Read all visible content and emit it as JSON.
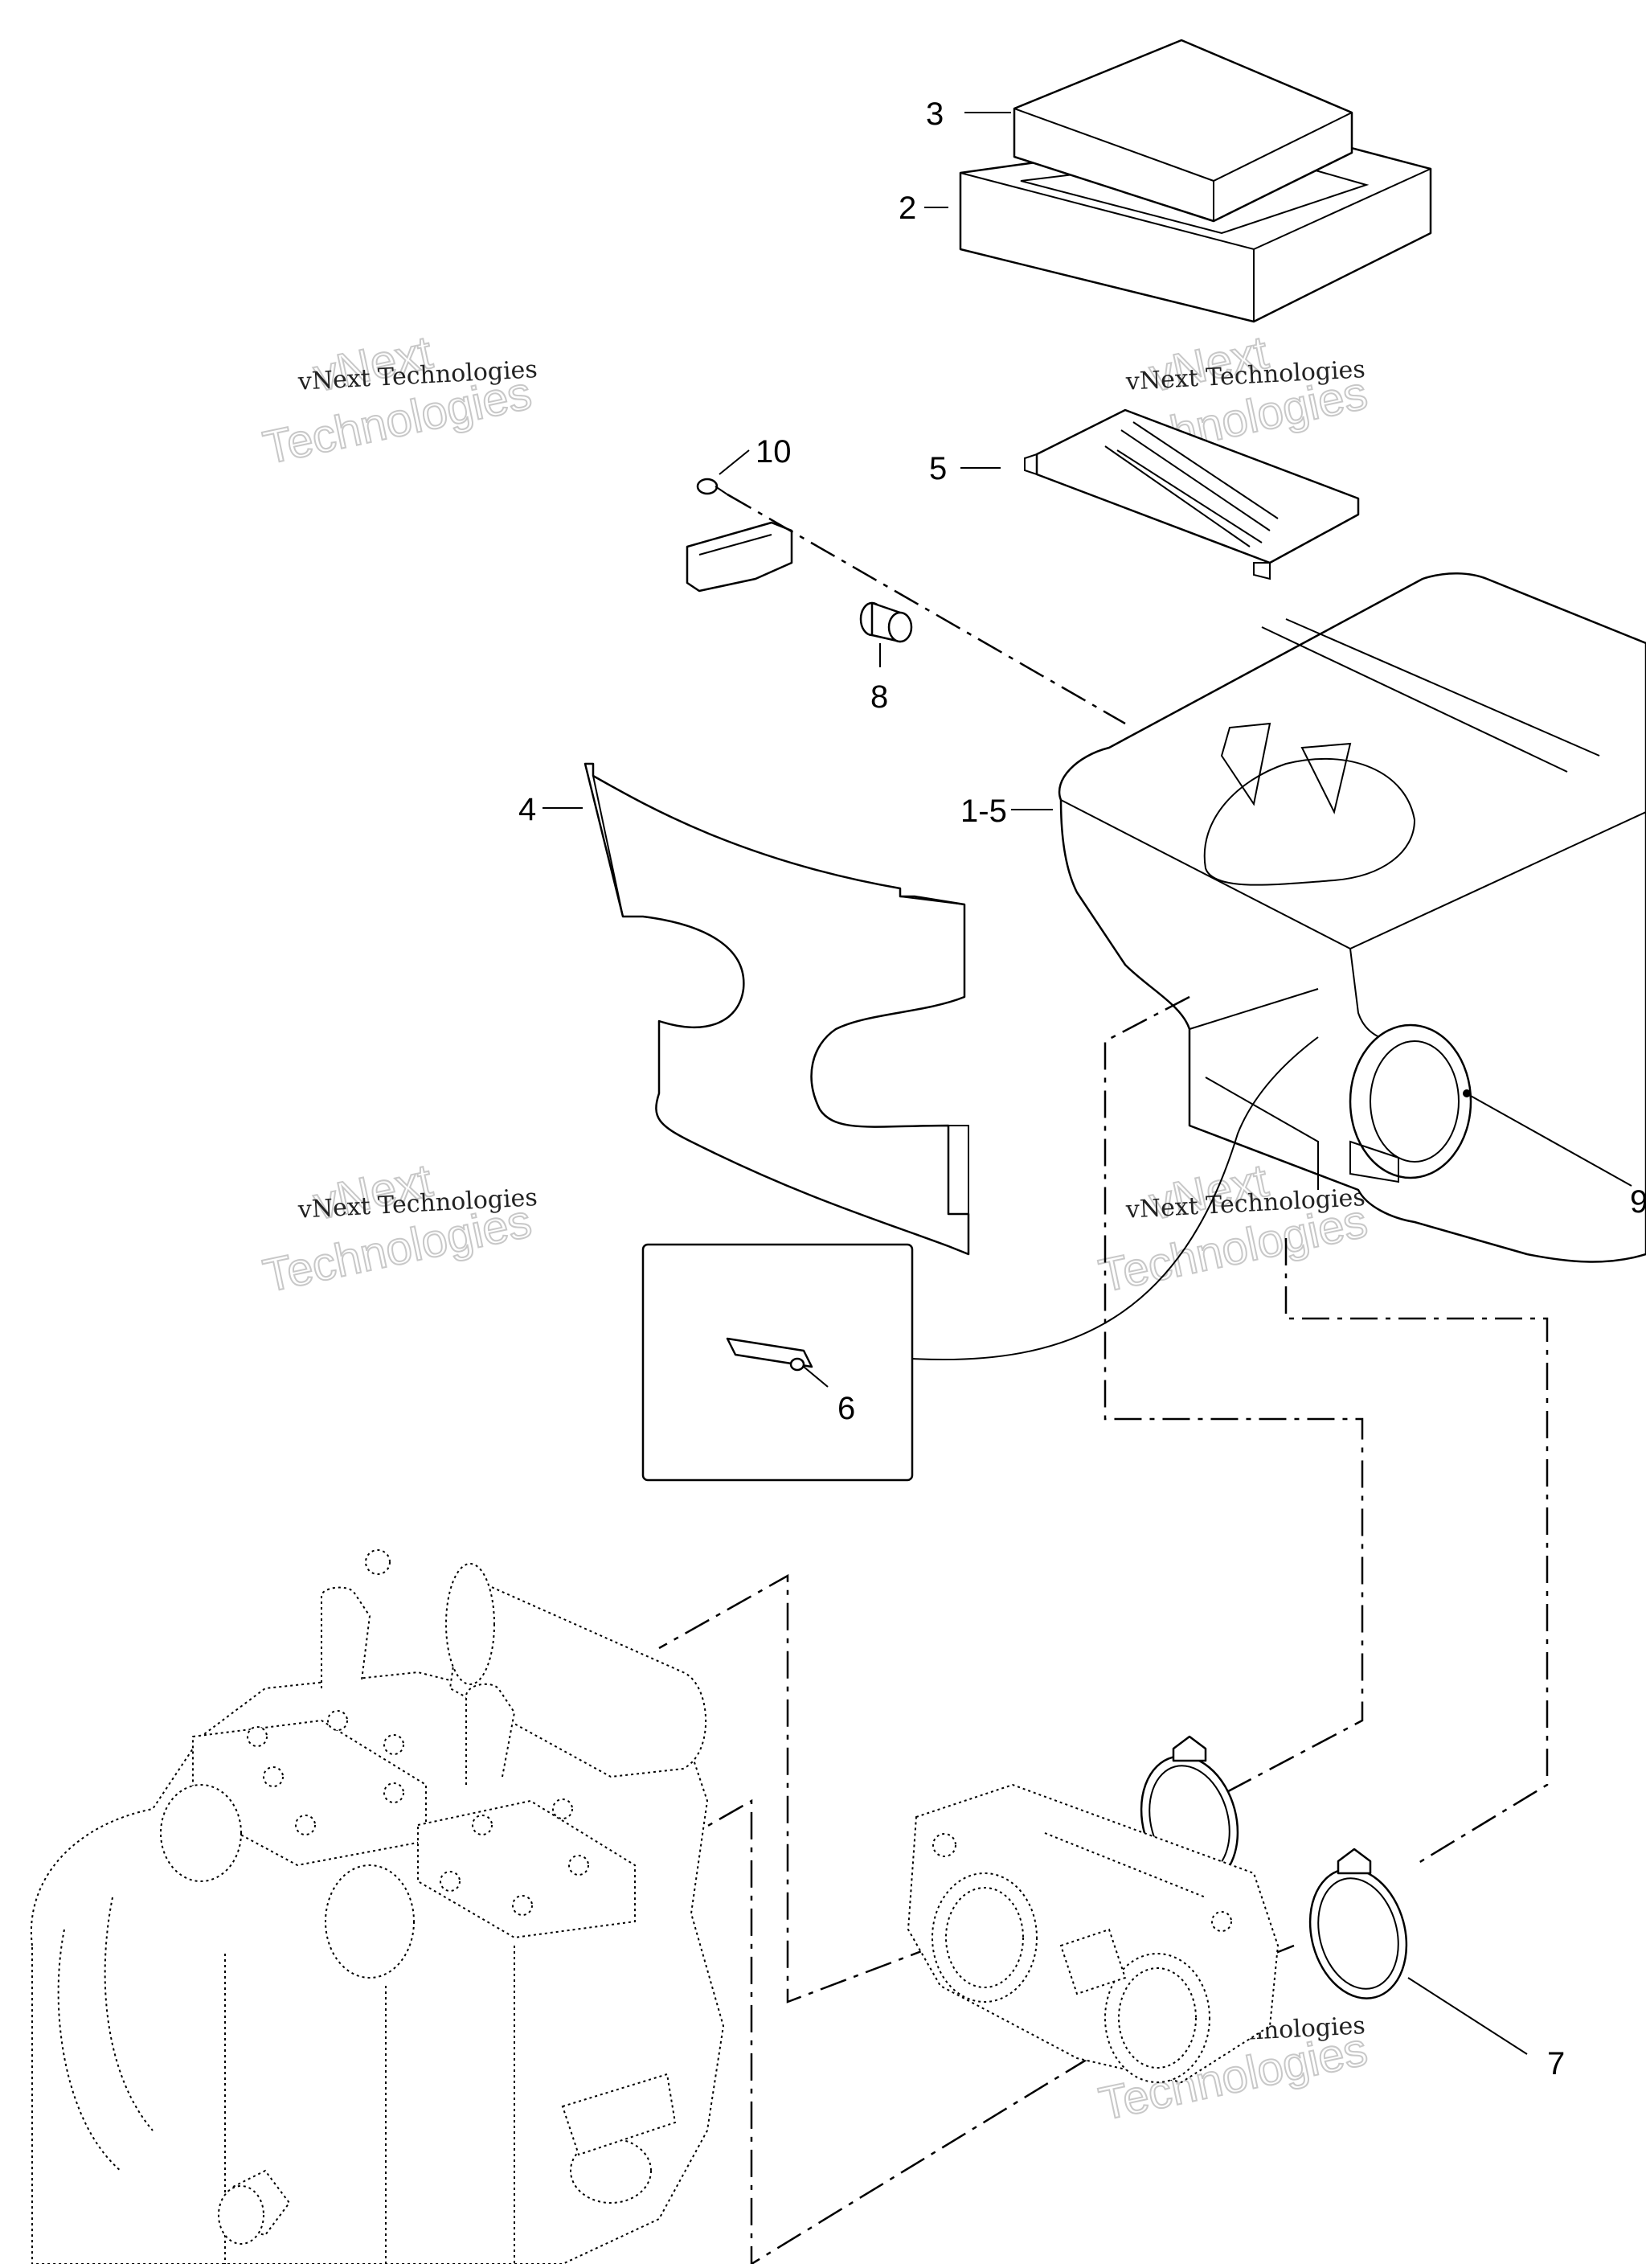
{
  "watermark": {
    "line1": "vNext",
    "line2": "Technologies",
    "line_full": "vNext Technologies"
  },
  "callouts": {
    "c1": "3",
    "c2": "2",
    "c3": "10",
    "c4": "5",
    "c5": "8",
    "c6": "4",
    "c7": "1-5",
    "c8": "9",
    "c9": "6",
    "c10": "7"
  }
}
